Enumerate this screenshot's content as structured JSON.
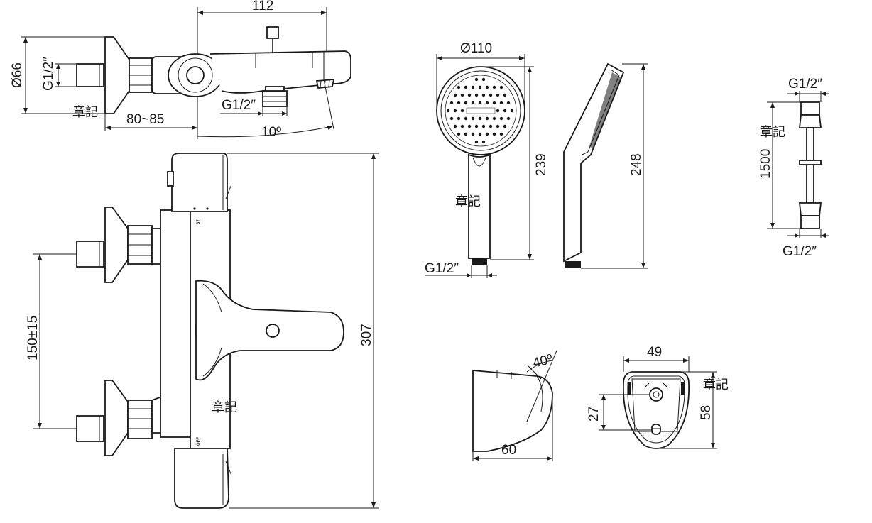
{
  "dimensions": {
    "top_width": "112",
    "flange_dia": "Ø66",
    "inlet_thread_left": "G1/2″",
    "outlet_thread": "G1/2″",
    "wall_offset": "80~85",
    "spout_angle": "10º",
    "centers": "150±15",
    "body_height": "307",
    "head_dia": "Ø110",
    "handshower_len": "239",
    "handshower_side_len": "248",
    "handshower_thread": "G1/2″",
    "hose_thread_top": "G1/2″",
    "hose_length": "1500",
    "hose_thread_bottom": "G1/2″",
    "holder_angle": "40º",
    "holder_depth": "60",
    "holder_width": "49",
    "holder_hole": "27",
    "holder_height": "58"
  },
  "watermark": "章記",
  "markings": {
    "temp": "37",
    "off": "OFF"
  }
}
